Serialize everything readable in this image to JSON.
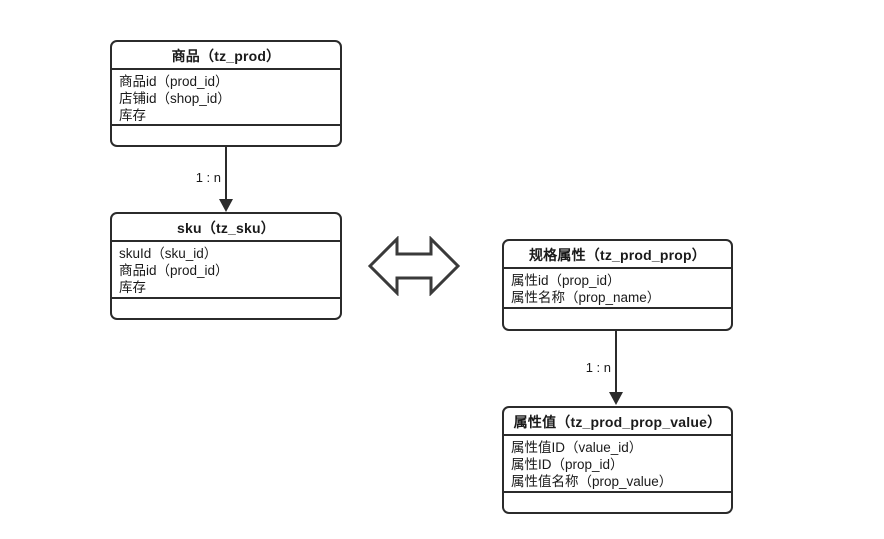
{
  "diagram": {
    "title": "",
    "background_color": "#ffffff",
    "stroke_color": "#2b2b2b",
    "text_color": "#1a1a1a"
  },
  "entities": [
    {
      "id": "tz_prod",
      "header": "商品（tz_prod）",
      "attributes": [
        "商品id（prod_id）",
        "店铺id（shop_id）",
        "库存"
      ],
      "footer": ""
    },
    {
      "id": "tz_sku",
      "header": "sku（tz_sku）",
      "attributes": [
        "skuId（sku_id）",
        "商品id（prod_id）",
        "库存"
      ],
      "footer": ""
    },
    {
      "id": "tz_prod_prop",
      "header": "规格属性（tz_prod_prop）",
      "attributes": [
        "属性id（prop_id）",
        "属性名称（prop_name）"
      ],
      "footer": ""
    },
    {
      "id": "tz_prod_prop_value",
      "header": "属性值（tz_prod_prop_value）",
      "attributes": [
        "属性值ID（value_id）",
        "属性ID（prop_id）",
        "属性值名称（prop_value）"
      ],
      "footer": ""
    }
  ],
  "connectors": [
    {
      "id": "prod-to-sku",
      "label": "1 : n",
      "from": "tz_prod",
      "to": "tz_sku",
      "direction": "down"
    },
    {
      "id": "prop-to-prop-value",
      "label": "1 : n",
      "from": "tz_prod_prop",
      "to": "tz_prod_prop_value",
      "direction": "down"
    }
  ],
  "shapes": [
    {
      "id": "sku-prop-link",
      "icon_name": "bidirectional-arrow-icon",
      "label": ""
    }
  ]
}
